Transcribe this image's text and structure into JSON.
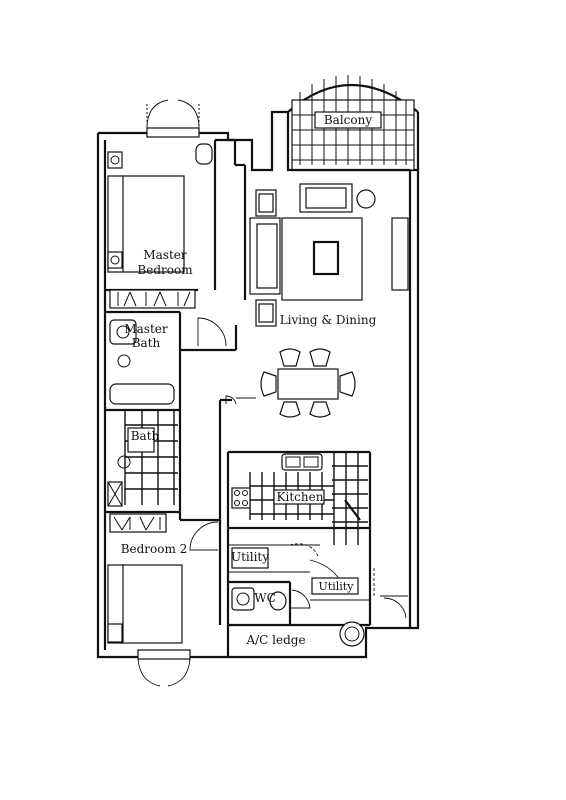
{
  "rooms": {
    "balcony": "Balcony",
    "master_bedroom_line1": "Master",
    "master_bedroom_line2": "Bedroom",
    "living_dining": "Living & Dining",
    "master_bath_line1": "Master",
    "master_bath_line2": "Bath",
    "bath": "Bath",
    "kitchen": "Kitchen",
    "bedroom2": "Bedroom 2",
    "utility1": "Utility",
    "utility2": "Utility",
    "wc": "WC",
    "ac_ledge": "A/C ledge"
  },
  "colors": {
    "line": "#111111",
    "background": "#ffffff"
  }
}
